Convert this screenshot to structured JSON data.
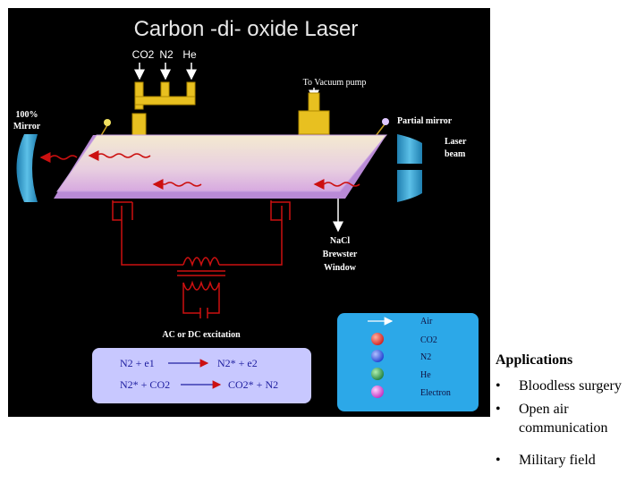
{
  "diagram": {
    "title": "Carbon -di- oxide Laser",
    "gas_inlets": [
      "CO2",
      "N2",
      "He"
    ],
    "labels": {
      "vacuum": "To Vacuum pump",
      "mirror_full": [
        "100%",
        "Mirror"
      ],
      "mirror_partial": "Partial mirror",
      "beam": [
        "Laser",
        "beam"
      ],
      "window": [
        "NaCl",
        "Brewster",
        "Window"
      ],
      "excitation": "AC or DC excitation"
    },
    "reactions": [
      {
        "left": "N2 + e1",
        "right": "N2* + e2"
      },
      {
        "left": "N2* + CO2",
        "right": "CO2* + N2"
      }
    ],
    "legend": [
      {
        "label": "Air",
        "color": "#ffffff",
        "kind": "arrow"
      },
      {
        "label": "CO2",
        "color": "#e03030",
        "kind": "ball"
      },
      {
        "label": "N2",
        "color": "#3050e0",
        "kind": "ball"
      },
      {
        "label": "He",
        "color": "#30a050",
        "kind": "ball"
      },
      {
        "label": "Electron",
        "color": "#d040d0",
        "kind": "ball"
      }
    ]
  },
  "applications": {
    "title": "Applications",
    "items": [
      "Bloodless surgery",
      "Open air communication",
      "Military field"
    ],
    "bullet": "•"
  }
}
